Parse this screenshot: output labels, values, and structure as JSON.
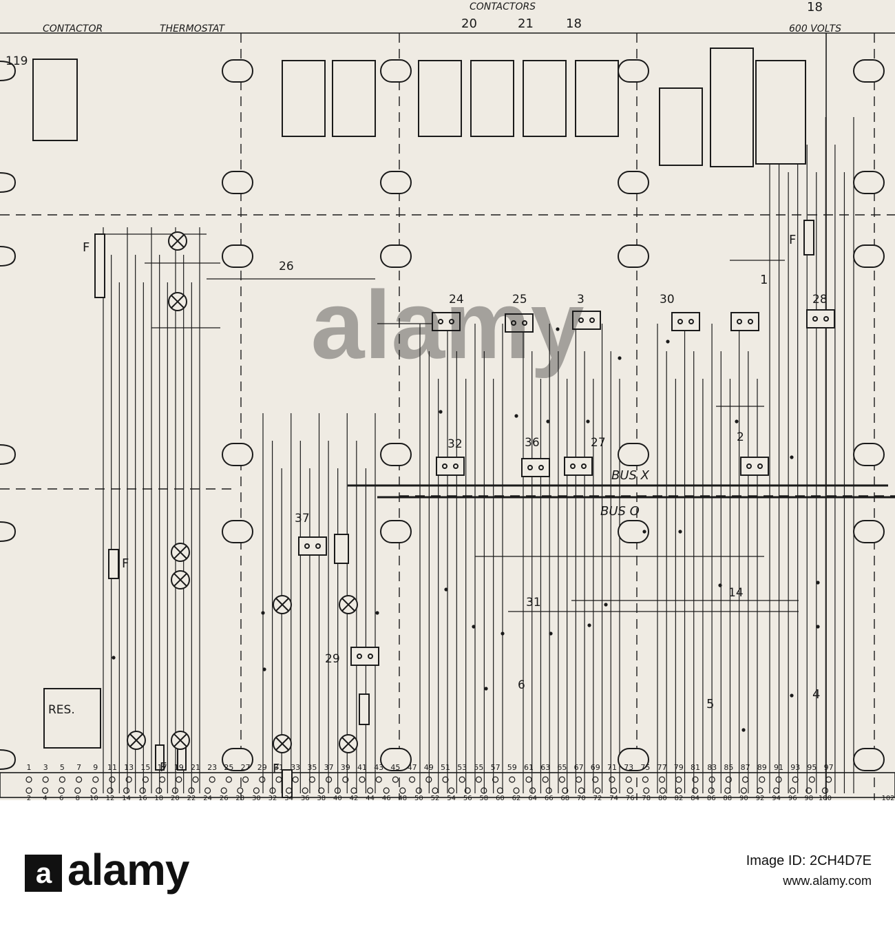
{
  "header": {
    "contactor": "CONTACTOR",
    "thermostat": "THERMOSTAT",
    "contactors": "CONTACTORS",
    "contactor_numbers": [
      "20",
      "21",
      "18"
    ],
    "right_number": "18",
    "voltage": "600 VOLTS"
  },
  "board": {
    "panel_number": "119",
    "buses": [
      "BUS X",
      "BUS O"
    ],
    "resistor": "RES.",
    "fuse": "F",
    "device_numbers": [
      "26",
      "24",
      "25",
      "3",
      "30",
      "1",
      "28",
      "32",
      "36",
      "27",
      "2",
      "37",
      "31",
      "14",
      "29",
      "6",
      "5",
      "4"
    ]
  },
  "terminals": {
    "upper_row": [
      "1",
      "3",
      "5",
      "7",
      "9",
      "11",
      "13",
      "15",
      "17",
      "19",
      "21",
      "23",
      "25",
      "27",
      "29",
      "31",
      "33",
      "35",
      "37",
      "39",
      "41",
      "43",
      "45",
      "47",
      "49",
      "51",
      "53",
      "55",
      "57",
      "59",
      "61",
      "63",
      "65",
      "67",
      "69",
      "71",
      "73",
      "75",
      "77",
      "79",
      "81",
      "83",
      "85",
      "87",
      "89",
      "91",
      "93",
      "95",
      "97"
    ],
    "lower_row": [
      "2",
      "4",
      "6",
      "8",
      "10",
      "12",
      "14",
      "16",
      "18",
      "20",
      "22",
      "24",
      "26",
      "28",
      "30",
      "32",
      "34",
      "36",
      "38",
      "40",
      "42",
      "44",
      "46",
      "48",
      "50",
      "52",
      "54",
      "56",
      "58",
      "60",
      "62",
      "64",
      "66",
      "68",
      "70",
      "72",
      "74",
      "76",
      "78",
      "80",
      "82",
      "84",
      "86",
      "88",
      "90",
      "92",
      "94",
      "96",
      "98",
      "100"
    ],
    "lower_row_cut": "102"
  },
  "watermark": "alamy",
  "stock": {
    "brand": "alamy",
    "image_id_label": "Image ID: 2CH4D7E",
    "url": "www.alamy.com"
  },
  "colors": {
    "paper": "#efebe3",
    "ink": "#1a1a1a"
  }
}
